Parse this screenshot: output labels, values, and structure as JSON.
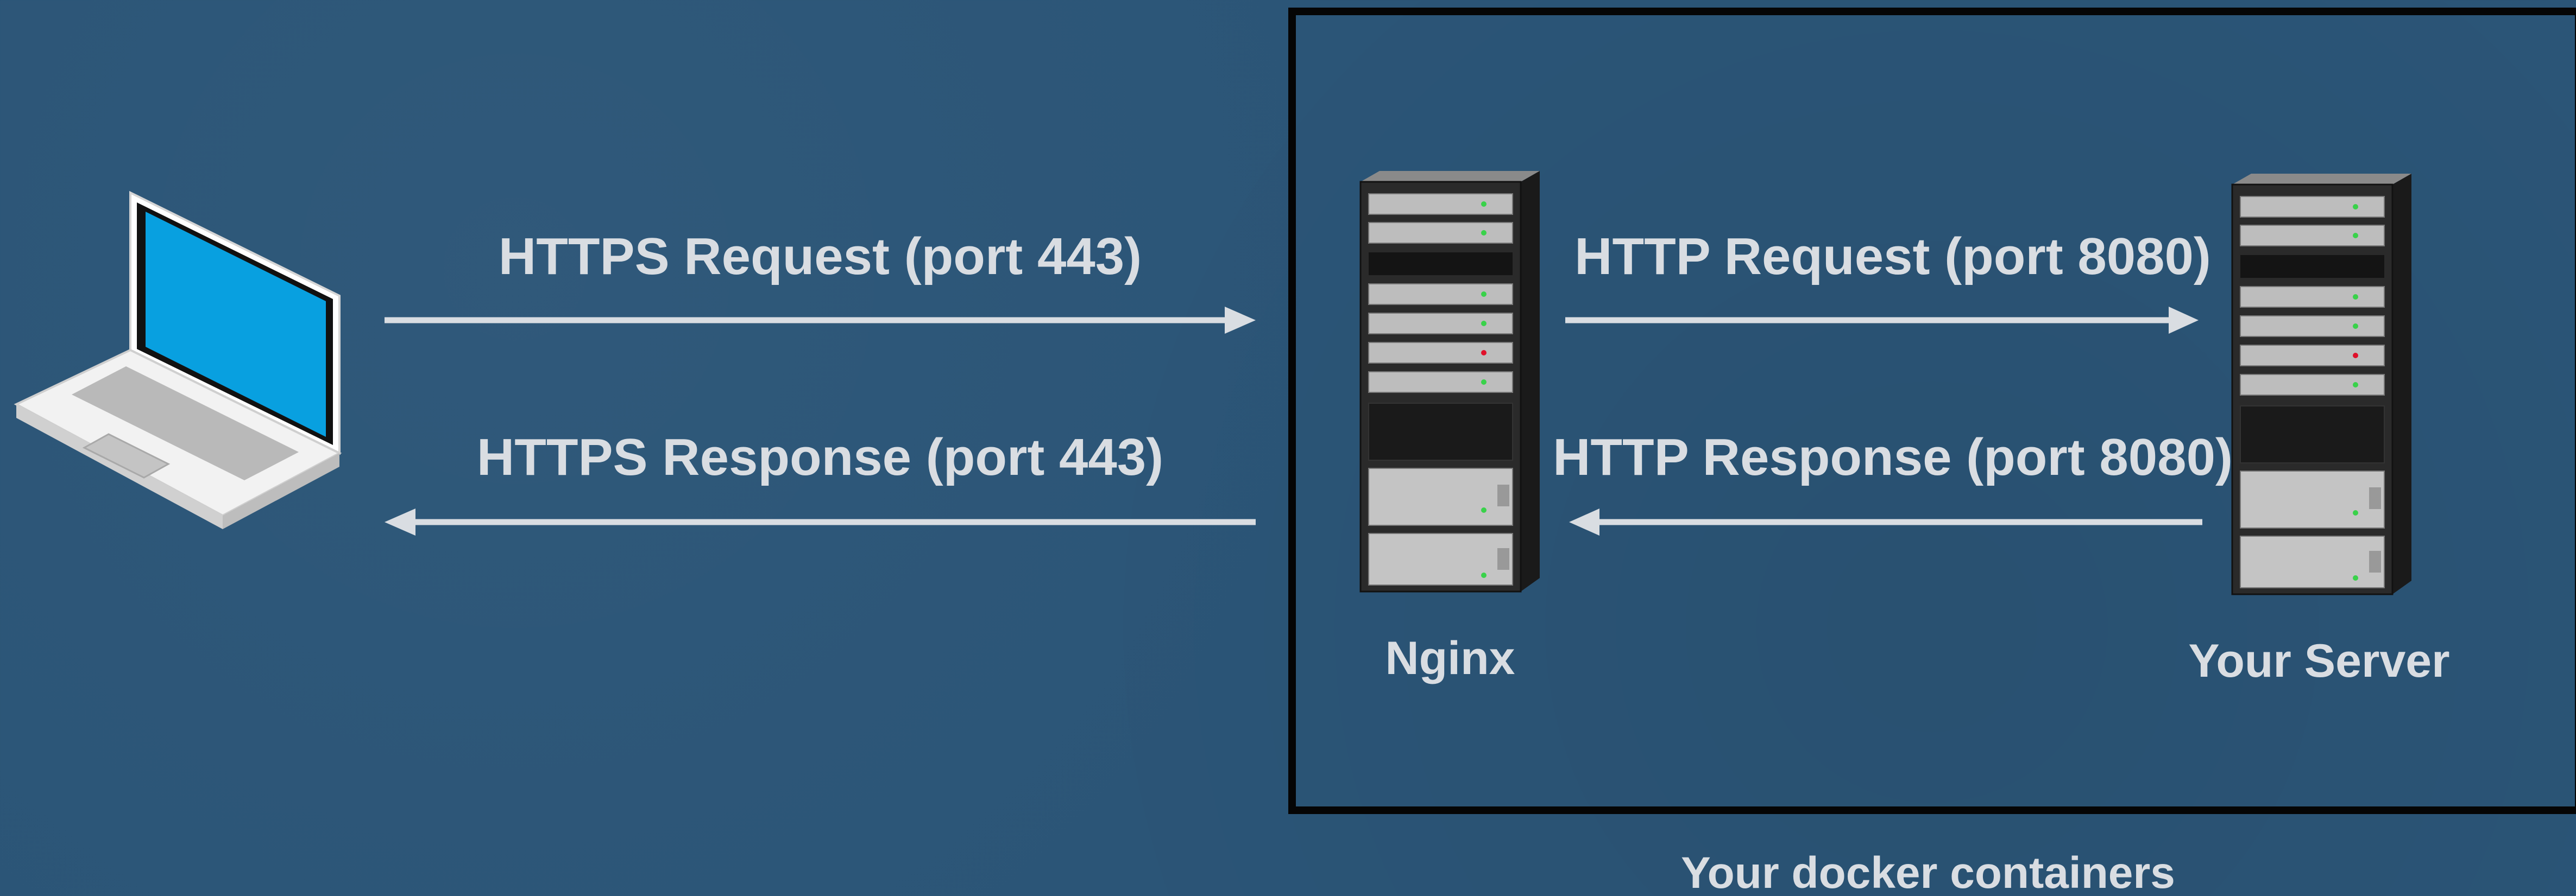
{
  "diagram": {
    "client": {
      "icon": "laptop-icon"
    },
    "arrows": [
      {
        "id": "https-request",
        "label": "HTTPS Request (port 443)",
        "direction": "right"
      },
      {
        "id": "https-response",
        "label": "HTTPS Response (port 443)",
        "direction": "left"
      },
      {
        "id": "http-request",
        "label": "HTTP Request (port 8080)",
        "direction": "right"
      },
      {
        "id": "http-response",
        "label": "HTTP Response (port 8080)",
        "direction": "left"
      }
    ],
    "servers": [
      {
        "id": "nginx",
        "label": "Nginx",
        "icon": "server-rack-icon"
      },
      {
        "id": "your-server",
        "label": "Your Server",
        "icon": "server-rack-icon"
      }
    ],
    "container": {
      "label": "Your docker containers"
    }
  },
  "colors": {
    "background": "#2b5577",
    "arrow": "#d9dde2",
    "text": "#d9dde2",
    "border": "#050505",
    "screen": "#08a0e0",
    "led_green": "#39d24a",
    "led_red": "#e0102a"
  }
}
